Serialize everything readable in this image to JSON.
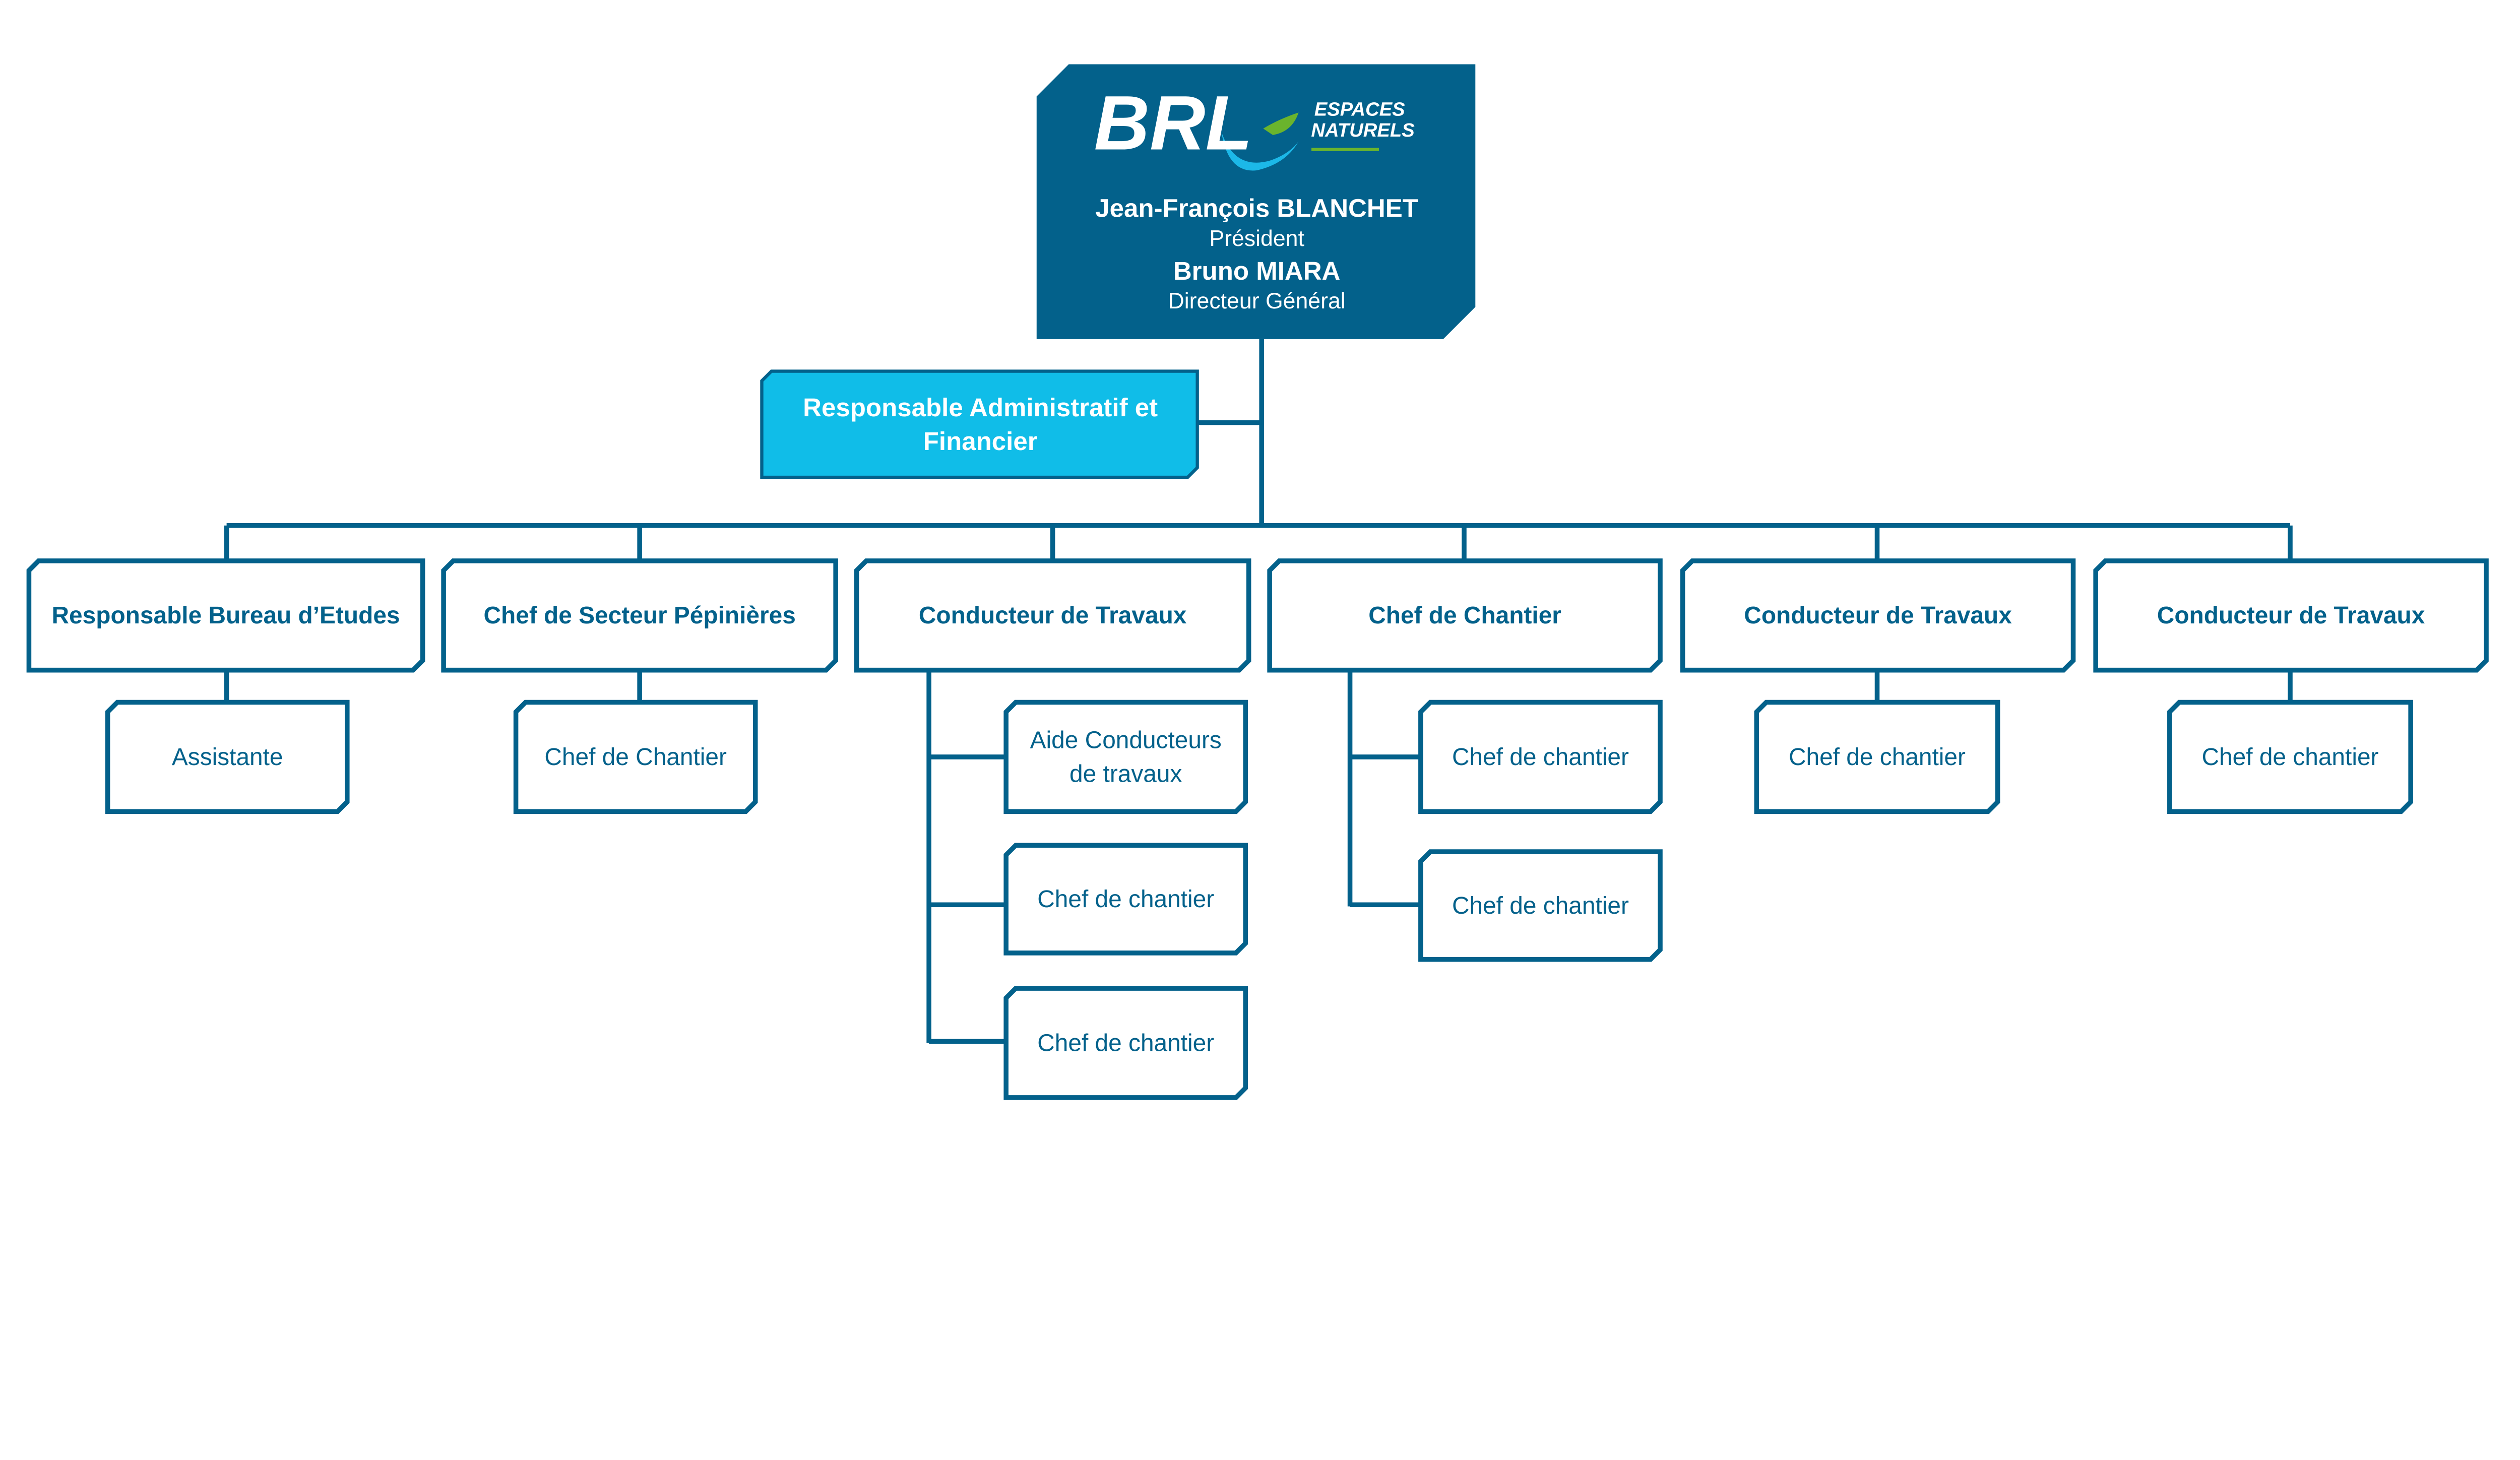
{
  "colors": {
    "primary": "#03618b",
    "accent": "#10bde8",
    "logo_green": "#6ab42d",
    "logo_cyan": "#1cb8e8"
  },
  "top": {
    "logo": {
      "brand": "BRL",
      "line1": "ESPACES",
      "line2": "NATURELS"
    },
    "person1_name": "Jean-François BLANCHET",
    "person1_role": "Président",
    "person2_name": "Bruno MIARA",
    "person2_role": "Directeur Général"
  },
  "staff": {
    "line1": "Responsable Administratif et",
    "line2": "Financier"
  },
  "departments": [
    {
      "label": "Responsable Bureau d’Etudes",
      "children": [
        "Assistante"
      ]
    },
    {
      "label": "Chef de Secteur Pépinières",
      "children": [
        "Chef de Chantier"
      ]
    },
    {
      "label": "Conducteur de Travaux",
      "children": [
        [
          "Aide Conducteurs",
          "de travaux"
        ],
        "Chef de chantier",
        "Chef de chantier"
      ]
    },
    {
      "label": "Chef de Chantier",
      "children": [
        "Chef de chantier",
        "Chef de chantier"
      ]
    },
    {
      "label": "Conducteur de Travaux",
      "children": [
        "Chef de chantier"
      ]
    },
    {
      "label": "Conducteur de Travaux",
      "children": [
        "Chef de chantier"
      ]
    }
  ]
}
